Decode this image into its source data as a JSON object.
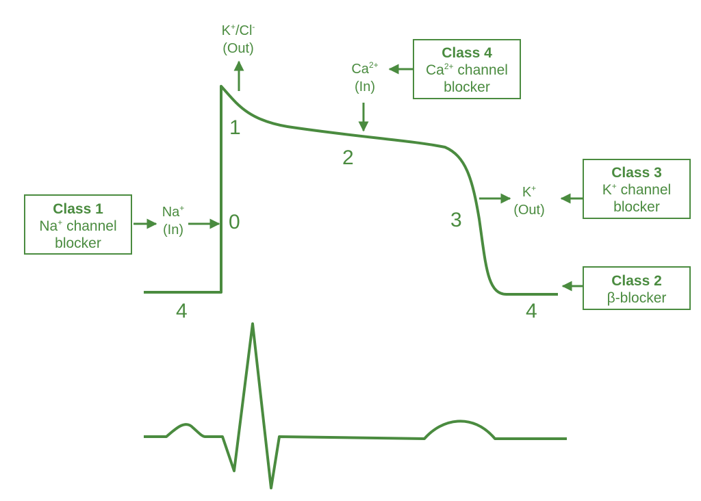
{
  "colors": {
    "stroke": "#4a8b3f"
  },
  "phases": {
    "p0": "0",
    "p1": "1",
    "p2": "2",
    "p3": "3",
    "p4_left": "4",
    "p4_right": "4"
  },
  "ions": {
    "k_cl": {
      "base": "K",
      "sup1": "+",
      "mid": "/Cl",
      "sup2": "-",
      "dir": "(Out)"
    },
    "ca": {
      "base": "Ca",
      "sup": "2+",
      "dir": "(In)"
    },
    "na": {
      "base": "Na",
      "sup": "+",
      "dir": "(In)"
    },
    "k": {
      "base": "K",
      "sup": "+",
      "dir": "(Out)"
    }
  },
  "classes": {
    "class1": {
      "title": "Class 1",
      "ion": "Na",
      "sup": "+",
      "line1_rest": " channel",
      "line2": "blocker"
    },
    "class2": {
      "title": "Class 2",
      "line1": "β-blocker"
    },
    "class3": {
      "title": "Class 3",
      "ion": "K",
      "sup": "+",
      "line1_rest": " channel",
      "line2": "blocker"
    },
    "class4": {
      "title": "Class 4",
      "ion": "Ca",
      "sup": "2+",
      "line1_rest": " channel",
      "line2": "blocker"
    }
  }
}
